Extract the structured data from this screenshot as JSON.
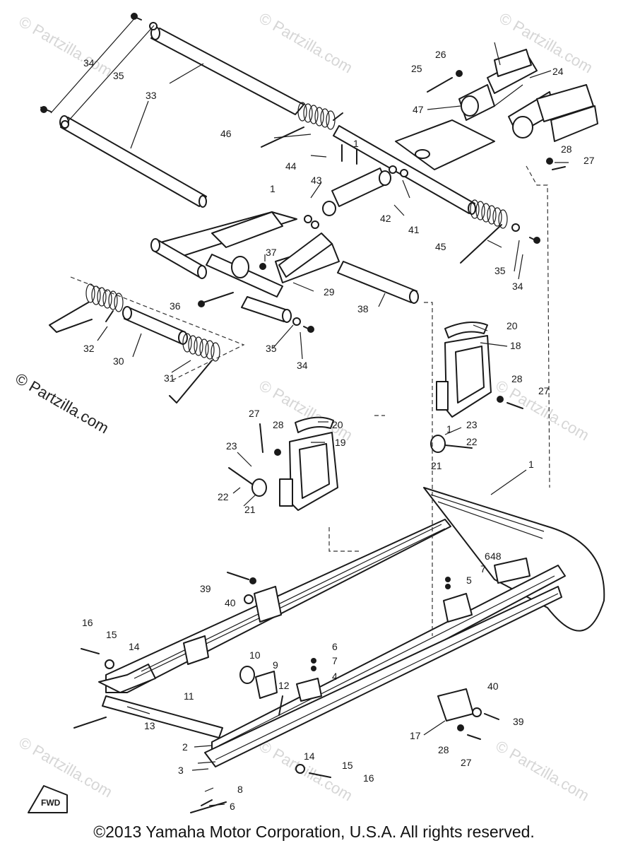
{
  "watermark": "© Partzilla.com",
  "side_watermark": "© Partzilla.com",
  "fwd_label": "FWD",
  "copyright": "©2013 Yamaha Motor Corporation, U.S.A. All rights reserved.",
  "callouts": {
    "c1": "1",
    "c2": "2",
    "c3": "3",
    "c4": "4",
    "c5": "5",
    "c6": "6",
    "c7": "7",
    "c8": "8",
    "c9": "9",
    "c10": "10",
    "c11": "11",
    "c12": "12",
    "c13": "13",
    "c14": "14",
    "c15": "15",
    "c16": "16",
    "c17": "17",
    "c18": "18",
    "c19": "19",
    "c20": "20",
    "c21": "21",
    "c22": "22",
    "c23": "23",
    "c24": "24",
    "c25": "25",
    "c26": "26",
    "c27": "27",
    "c28": "28",
    "c29": "29",
    "c30": "30",
    "c31": "31",
    "c32": "32",
    "c33": "33",
    "c34": "34",
    "c35": "35",
    "c36": "36",
    "c37": "37",
    "c38": "38",
    "c39": "39",
    "c40": "40",
    "c41": "41",
    "c42": "42",
    "c43": "43",
    "c44": "44",
    "c45": "45",
    "c46": "46",
    "c47": "47",
    "c48": "48"
  }
}
